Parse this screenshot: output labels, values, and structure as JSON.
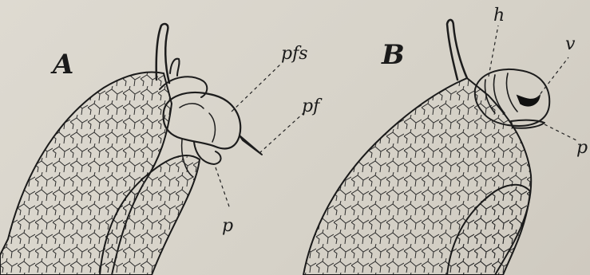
{
  "figure": {
    "panels": [
      {
        "letter": "A",
        "labels": [
          "pfs",
          "pf",
          "p"
        ]
      },
      {
        "letter": "B",
        "labels": [
          "h",
          "v",
          "p"
        ]
      }
    ]
  }
}
